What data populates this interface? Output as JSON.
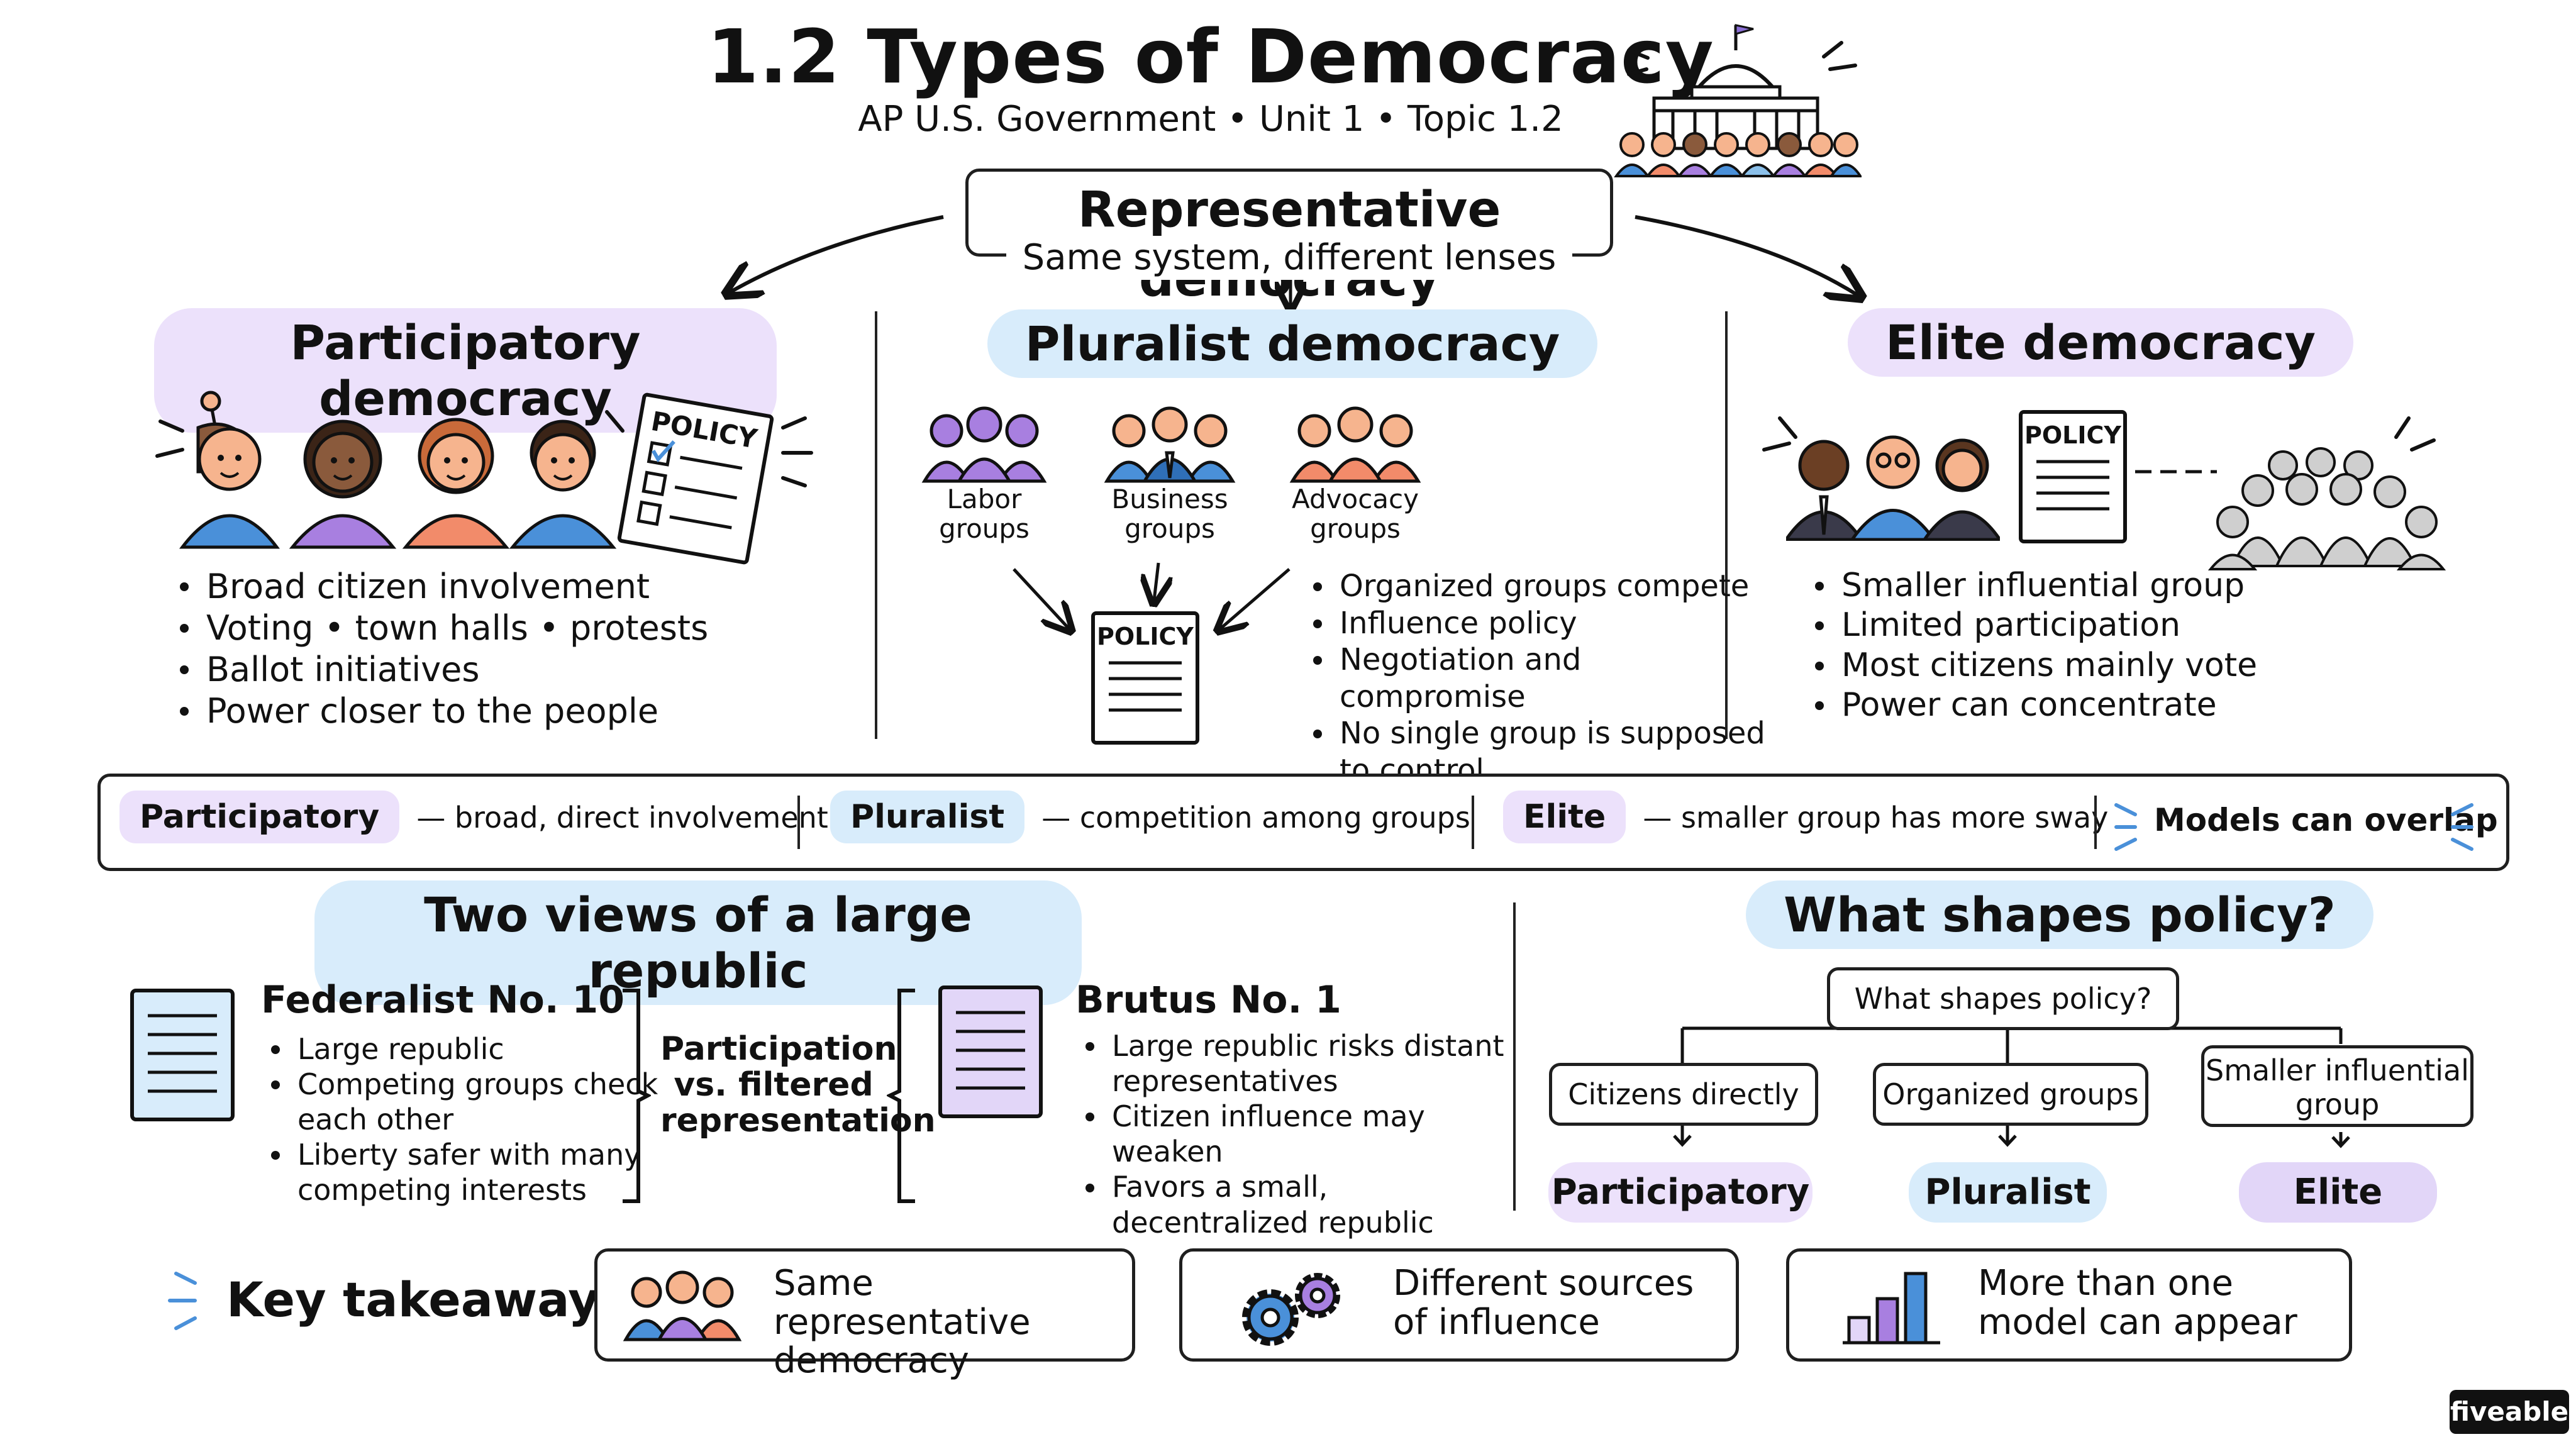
{
  "header": {
    "title": "1.2 Types of Democracy",
    "subtitle": "AP U.S. Government • Unit 1 • Topic 1.2"
  },
  "root": {
    "title": "Representative democracy",
    "subtitle": "Same system, different lenses"
  },
  "participatory": {
    "heading": "Participatory democracy",
    "policy_label": "POLICY",
    "bullets": [
      "Broad citizen involvement",
      "Voting • town halls • protests",
      "Ballot initiatives",
      "Power closer to the people"
    ]
  },
  "pluralist": {
    "heading": "Pluralist democracy",
    "groups": [
      {
        "label": "Labor groups",
        "line1": "Labor",
        "line2": "groups"
      },
      {
        "label": "Business groups",
        "line1": "Business",
        "line2": "groups"
      },
      {
        "label": "Advocacy groups",
        "line1": "Advocacy",
        "line2": "groups"
      }
    ],
    "policy_label": "POLICY",
    "bullets": [
      "Organized groups compete",
      "Influence policy",
      "Negotiation and compromise",
      "No single group is supposed to control"
    ]
  },
  "elite": {
    "heading": "Elite democracy",
    "policy_label": "POLICY",
    "bullets": [
      "Smaller influential group",
      "Limited participation",
      "Most citizens mainly vote",
      "Power can concentrate"
    ]
  },
  "summary_bar": {
    "items": [
      {
        "label": "Participatory",
        "text": "— broad, direct involvement"
      },
      {
        "label": "Pluralist",
        "text": "— competition among groups"
      },
      {
        "label": "Elite",
        "text": "— smaller group has more sway"
      }
    ],
    "overlap": "Models can overlap"
  },
  "republic": {
    "heading": "Two views of a large republic",
    "federalist": {
      "title": "Federalist No. 10",
      "bullets": [
        "Large republic",
        "Competing groups check each other",
        "Liberty safer with many competing interests"
      ]
    },
    "middle": "Participation vs. filtered representation",
    "brutus": {
      "title": "Brutus No. 1",
      "bullets": [
        "Large republic risks distant representatives",
        "Citizen influence may weaken",
        "Favors a small, decentralized republic"
      ]
    }
  },
  "policy_tree": {
    "heading": "What shapes policy?",
    "root": "What shapes policy?",
    "nodes": [
      "Citizens directly",
      "Organized groups",
      "Smaller influential group"
    ],
    "results": [
      "Participatory",
      "Pluralist",
      "Elite"
    ]
  },
  "takeaways": {
    "label": "Key takeaways:",
    "items": [
      {
        "text": "Same representative democracy",
        "icon": "people-icon"
      },
      {
        "text": "Different sources of influence",
        "icon": "gears-icon"
      },
      {
        "text": "More than one model can appear",
        "icon": "bar-chart-icon"
      }
    ]
  },
  "brand": "fiveable",
  "colors": {
    "purple_highlight": "#ece1fb",
    "blue_highlight": "#d8ecfb",
    "person_blue": "#4a90d9",
    "person_purple": "#a87fe0",
    "person_orange": "#f28b6a"
  }
}
